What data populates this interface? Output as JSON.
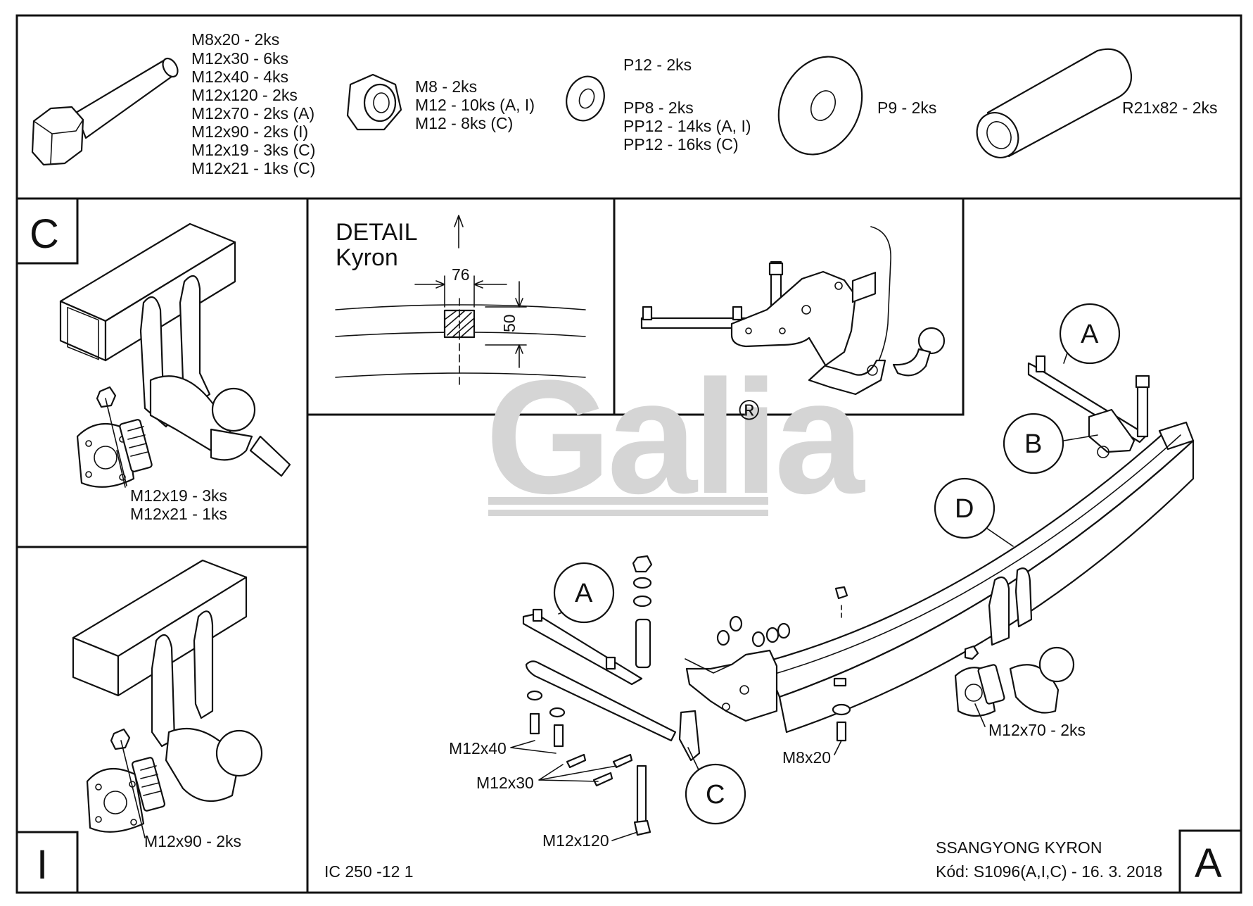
{
  "parts": {
    "bolts": [
      "M8x20 - 2ks",
      "M12x30 - 6ks",
      "M12x40 - 4ks",
      "M12x120 - 2ks",
      "M12x70 - 2ks (A)",
      "M12x90 - 2ks (I)",
      "M12x19 - 3ks (C)",
      "M12x21 - 1ks (C)"
    ],
    "nuts": [
      "M8 - 2ks",
      "M12 - 10ks (A, I)",
      "M12 - 8ks (C)"
    ],
    "washer_small": "P12 - 2ks",
    "washers_flat": [
      "PP8 - 2ks",
      "PP12 - 14ks (A, I)",
      "PP12 - 16ks (C)"
    ],
    "washer_large": "P9 - 2ks",
    "spacer": "R21x82 - 2ks"
  },
  "variants": {
    "c": {
      "letter": "C",
      "labels": [
        "M12x19 - 3ks",
        "M12x21 - 1ks"
      ]
    },
    "i": {
      "letter": "I",
      "label": "M12x90 - 2ks"
    },
    "a": {
      "letter": "A"
    }
  },
  "detail": {
    "title_line1": "DETAIL",
    "title_line2": "Kyron",
    "dim_width": "76",
    "dim_height": "50"
  },
  "assembly": {
    "callouts": {
      "a_top": "A",
      "b": "B",
      "d": "D",
      "a_left": "A",
      "c": "C"
    },
    "labels": {
      "m12x40": "M12x40",
      "m12x30": "M12x30",
      "m12x120": "M12x120",
      "m8x20": "M8x20",
      "m12x70": "M12x70 - 2ks"
    }
  },
  "logo": {
    "text": "Galia",
    "registered": "®",
    "color": "#d5d5d5"
  },
  "footer": {
    "drawing_no": "IC 250 -12 1",
    "vehicle": "SSANGYONG KYRON",
    "code": "Kód: S1096(A,I,C) - 16. 3. 2018"
  }
}
